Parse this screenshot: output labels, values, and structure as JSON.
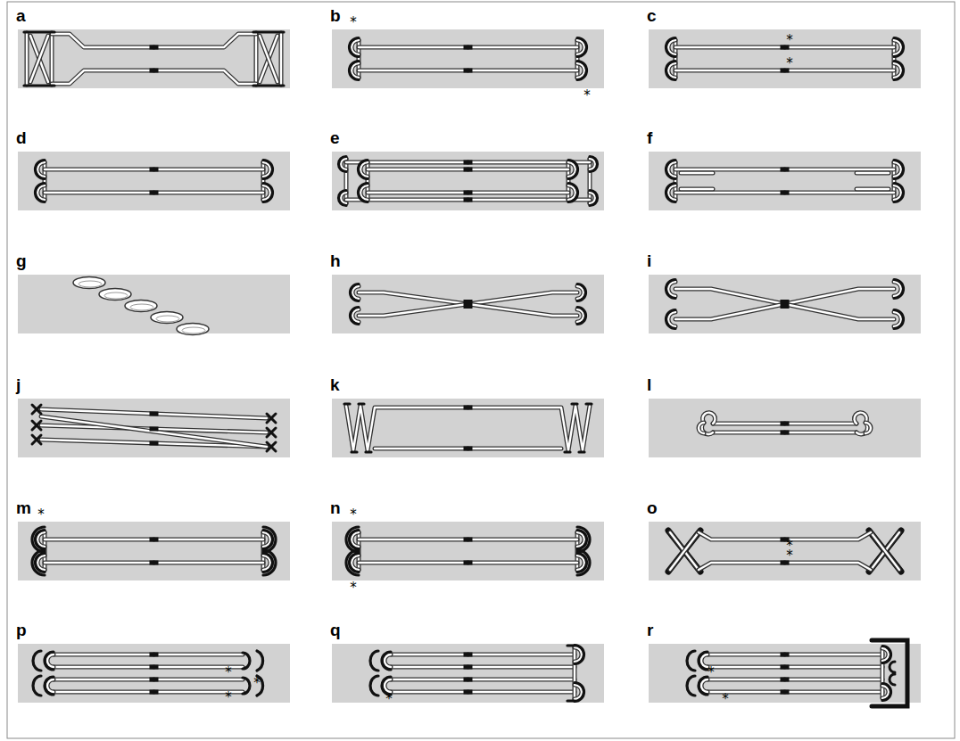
{
  "diagram": {
    "labels": [
      "a",
      "b",
      "*",
      "*",
      "c",
      "*",
      "*",
      "d",
      "e",
      "f",
      "g",
      "h",
      "i",
      "j",
      "k",
      "l",
      "m",
      "*",
      "n",
      "*",
      "*",
      "o",
      "*",
      "*",
      "p",
      "*",
      "*",
      "*",
      "q",
      "*",
      "r",
      "*",
      "*"
    ]
  }
}
